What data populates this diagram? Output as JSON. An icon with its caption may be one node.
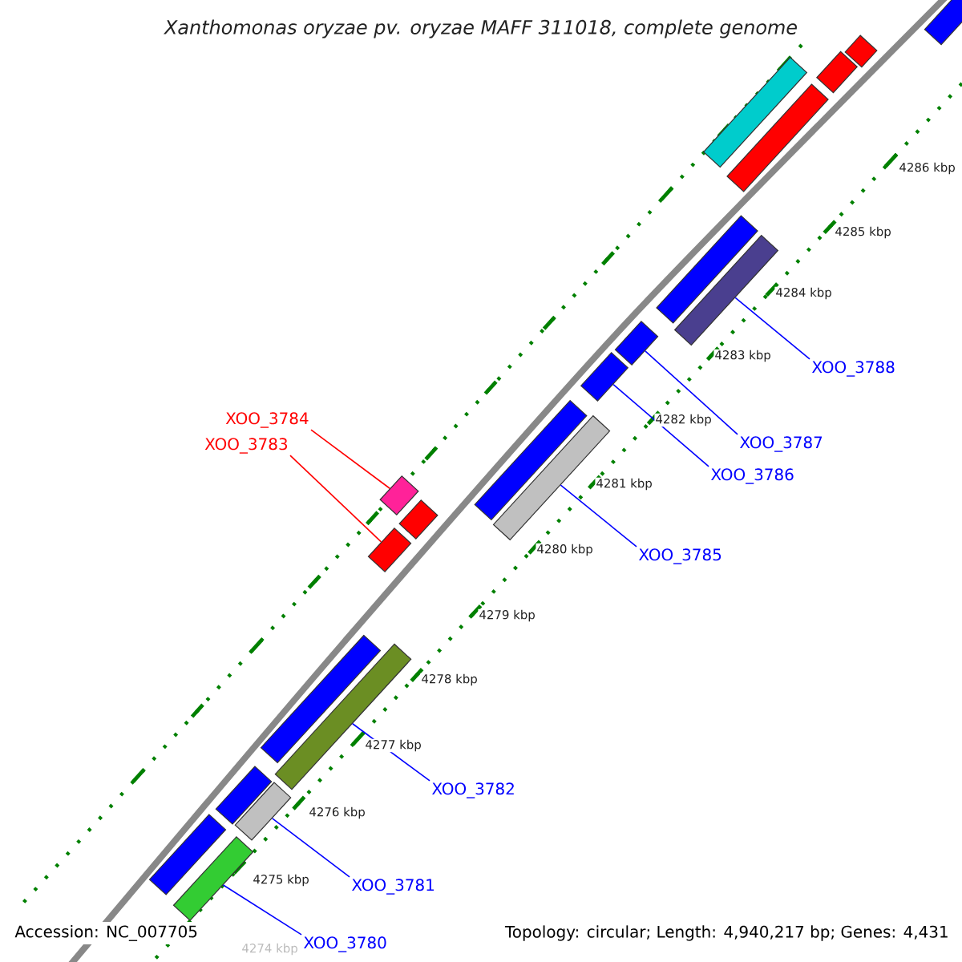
{
  "diagram": {
    "title": "Xanthomonas oryzae pv. oryzae MAFF 311018, complete genome",
    "nodes": [
      {
        "text": [
          "XOO_3788"
        ]
      },
      {
        "text": [],
        "shape": "bar"
      },
      {
        "text": [
          "XOO_3787"
        ]
      },
      {
        "text": [],
        "shape": "bar"
      },
      {
        "text": [
          "XOO_3786"
        ]
      },
      {
        "text": [],
        "shape": "bar"
      },
      {
        "text": [
          "XOO_3784"
        ]
      },
      {
        "text": [],
        "shape": "bar"
      },
      {
        "text": [
          "XOO_3783"
        ]
      },
      {
        "text": [],
        "shape": "bar"
      },
      {
        "text": [
          "XOO_3785"
        ]
      },
      {
        "text": [],
        "shape": "bar"
      },
      {
        "text": [
          "XOO_3782"
        ]
      },
      {
        "text": [],
        "shape": "bar"
      },
      {
        "text": [
          "XOO_3781"
        ]
      },
      {
        "text": [],
        "shape": "bar"
      },
      {
        "text": [
          "XOO_3780"
        ]
      },
      {
        "text": [],
        "shape": "bar"
      },
      {
        "text": [],
        "shape": "bar"
      },
      {
        "text": [],
        "shape": "bar"
      },
      {
        "text": [],
        "shape": "bar"
      },
      {
        "text": [],
        "shape": "bar"
      },
      {
        "text": [],
        "shape": "bar"
      },
      {
        "text": [],
        "shape": "bar"
      },
      {
        "text": [],
        "shape": "bar"
      },
      {
        "text": [],
        "shape": "bar"
      },
      {
        "text": [],
        "shape": "bar"
      },
      {
        "text": [],
        "shape": "bar"
      },
      {
        "text": [],
        "shape": "bar"
      }
    ],
    "edges": [
      {
        "from": 0,
        "to": 1,
        "arrow": "none"
      },
      {
        "from": 2,
        "to": 3,
        "arrow": "none"
      },
      {
        "from": 4,
        "to": 5,
        "arrow": "none"
      },
      {
        "from": 6,
        "to": 7,
        "arrow": "none",
        "color": "#ff0000"
      },
      {
        "from": 8,
        "to": 9,
        "arrow": "none",
        "color": "#ff0000"
      },
      {
        "from": 10,
        "to": 11,
        "arrow": "none"
      },
      {
        "from": 12,
        "to": 13,
        "arrow": "none"
      },
      {
        "from": 14,
        "to": 15,
        "arrow": "none"
      },
      {
        "from": 16,
        "to": 17,
        "arrow": "none"
      }
    ],
    "labels": [
      "4286 kbp",
      "4285 kbp",
      "4284 kbp",
      "4283 kbp",
      "4282 kbp",
      "4281 kbp",
      "4280 kbp",
      "4279 kbp",
      "4278 kbp",
      "4277 kbp",
      "4276 kbp",
      "4275 kbp",
      "4274 kbp",
      "Accession: NC_007705",
      "Topology: circular; Length: 4,940,217 bp; Genes: 4,431"
    ]
  }
}
